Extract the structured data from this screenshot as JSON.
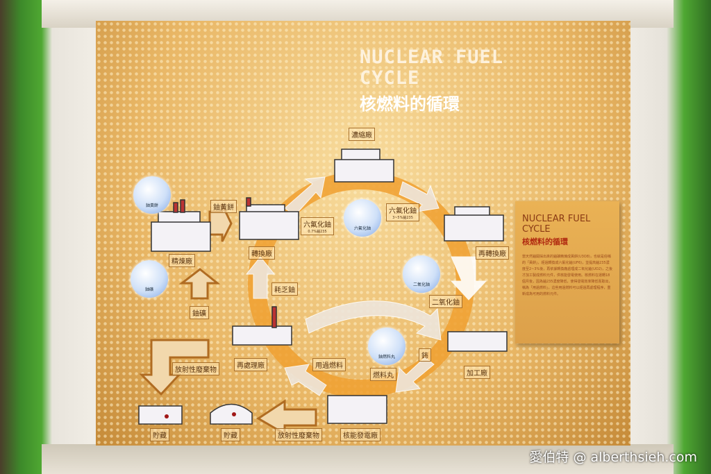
{
  "title": {
    "en": "NUCLEAR FUEL CYCLE",
    "zh": "核燃料的循環"
  },
  "info": {
    "en": "NUCLEAR FUEL CYCLE",
    "zh": "核燃料的循環",
    "body": "當天然鈾開採出來的鈾礦精煉成黃餅(U3O8)，也就是俗稱的「黃餅」，經過轉換成六氟化鈾(UF6)，並提高鈾235濃度至2~3%後，再依據轉換廠處理成二氧化鈾(UO2)，之後才加工製成燃料元件，供核能發電使用。核燃料在運轉18個月後，因為鈾235濃度降低，使得發電效率降低而取出，稱為「用過燃料」，這些用過燃料可以經過再處理程序，重新成為可用的燃料元件。"
  },
  "labels": {
    "enrich": "濃縮廠",
    "yellowcake": "鈾黃餅",
    "uf6_low": "六氟化鈾",
    "uf6_low_note": "0.7%鈾235",
    "uf6_high": "六氟化鈾",
    "uf6_high_note": "3~5%鈾235",
    "refinery": "精煉廠",
    "conversion": "轉換廠",
    "reconversion": "再轉換廠",
    "ore": "鈾礦",
    "depleted": "耗乏鈾",
    "uo2": "二氧化鈾",
    "pu": "鈽",
    "pellet": "燃料丸",
    "fabrication": "加工廠",
    "spent": "用過燃料",
    "reprocess": "再處理廠",
    "waste1": "放射性廢棄物",
    "waste2": "放射性廢棄物",
    "storage1": "貯藏",
    "storage2": "貯藏",
    "plant": "核能發電廠"
  },
  "circles": {
    "yellowcake": "鈾黃餅",
    "uf6": "六氟化鈾",
    "ore": "鈾礦",
    "uo2": "二氧化鈾",
    "pellet": "鈾燃料丸"
  },
  "watermark": "愛伯特 @ alberthsieh.com"
}
